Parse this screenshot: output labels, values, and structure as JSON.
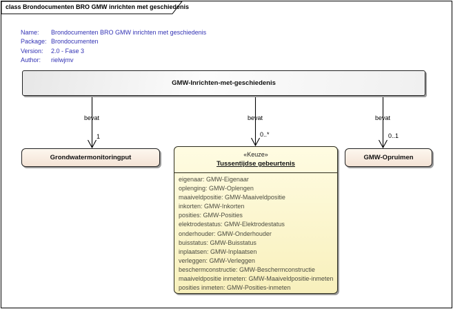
{
  "frame": {
    "tab_label": "class Brondocumenten BRO GMW inrichten met geschiedenis"
  },
  "metadata": {
    "rows": [
      {
        "label": "Name:",
        "value": "Brondocumenten BRO GMW inrichten met geschiedenis"
      },
      {
        "label": "Package:",
        "value": "Brondocumenten"
      },
      {
        "label": "Version:",
        "value": "2.0 - Fase 3"
      },
      {
        "label": "Author:",
        "value": "rielwjmv"
      }
    ]
  },
  "diagram": {
    "root_class": {
      "name": "GMW-Inrichten-met-geschiedenis"
    },
    "relations": [
      {
        "label": "bevat",
        "multiplicity": "1"
      },
      {
        "label": "bevat",
        "multiplicity": "0..*"
      },
      {
        "label": "bevat",
        "multiplicity": "0..1"
      }
    ],
    "left_class": {
      "name": "Grondwatermonitoringput"
    },
    "right_class": {
      "name": "GMW-Opruimen"
    },
    "choice_class": {
      "stereotype": "«Keuze»",
      "title": "Tussentijdse gebeurtenis",
      "attributes": [
        "eigenaar: GMW-Eigenaar",
        "oplenging: GMW-Oplengen",
        "maaiveldpositie: GMW-Maaiveldpositie",
        "inkorten: GMW-Inkorten",
        "posities: GMW-Posities",
        "elektrodestatus: GMW-Elektrodestatus",
        "onderhouder: GMW-Onderhouder",
        "buisstatus: GMW-Buisstatus",
        "inplaatsen: GMW-Inplaatsen",
        "verleggen: GMW-Verleggen",
        "beschermconstructie: GMW-Beschermconstructie",
        "maaiveldpositie inmeten: GMW-Maaiveldpositie-inmeten",
        "posities inmeten: GMW-Posities-inmeten"
      ]
    }
  },
  "colors": {
    "metadata_text": "#3232b4",
    "attribute_text": "#4c4c40",
    "choice_fill": "#fbf6cf",
    "class_fill": "#f8ebdf",
    "root_fill": "#f2f2f2",
    "shadow": "#9c9c9c",
    "border": "#1f1f1f"
  }
}
